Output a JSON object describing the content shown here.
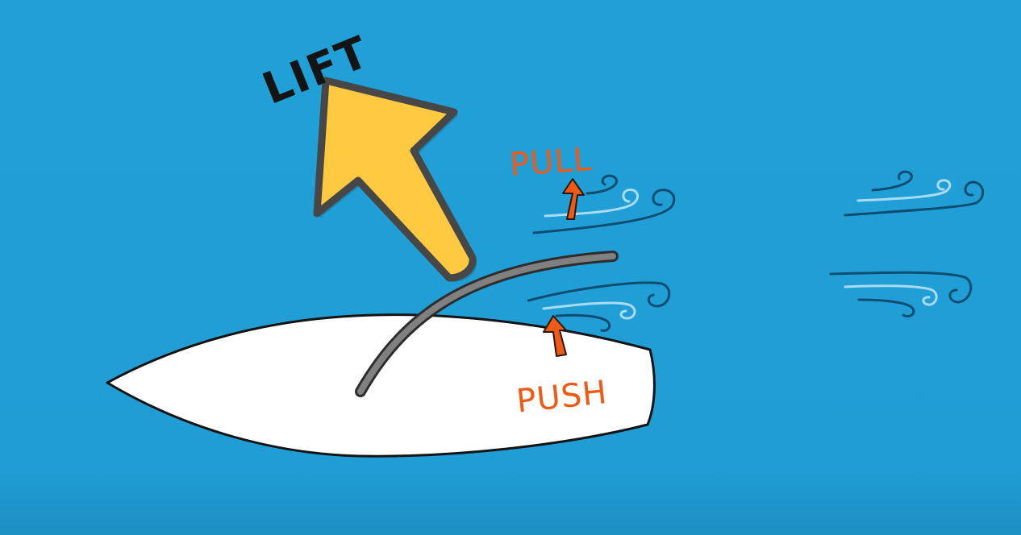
{
  "labels": {
    "lift": "LIFT",
    "pull": "PULL",
    "push": "PUSH"
  },
  "colors": {
    "water": "#219ed6",
    "lift_arrow": "#ffc940",
    "force_arrow": "#ef5a15",
    "wind_dark": "#0f4e70",
    "wind_light": "#a9dbf1",
    "hull": "#ffffff",
    "sail": "#7f7f7f"
  }
}
